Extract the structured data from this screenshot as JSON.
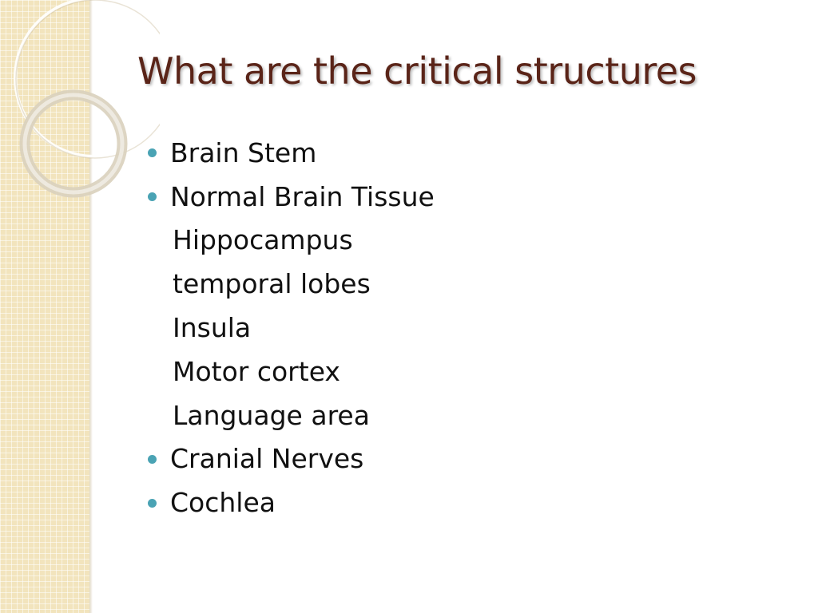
{
  "slide": {
    "title": "What are the critical structures",
    "items": [
      {
        "text": "Brain Stem",
        "bullet": true
      },
      {
        "text": "Normal Brain Tissue",
        "bullet": true
      },
      {
        "text": "Hippocampus",
        "bullet": false
      },
      {
        "text": "temporal lobes",
        "bullet": false
      },
      {
        "text": "Insula",
        "bullet": false
      },
      {
        "text": "Motor cortex",
        "bullet": false
      },
      {
        "text": "Language area",
        "bullet": false
      },
      {
        "text": "Cranial Nerves",
        "bullet": true
      },
      {
        "text": "Cochlea",
        "bullet": true
      }
    ]
  },
  "colors": {
    "title": "#5a2418",
    "bullet": "#4aa3b4",
    "side_panel": "#f2e4bd"
  }
}
